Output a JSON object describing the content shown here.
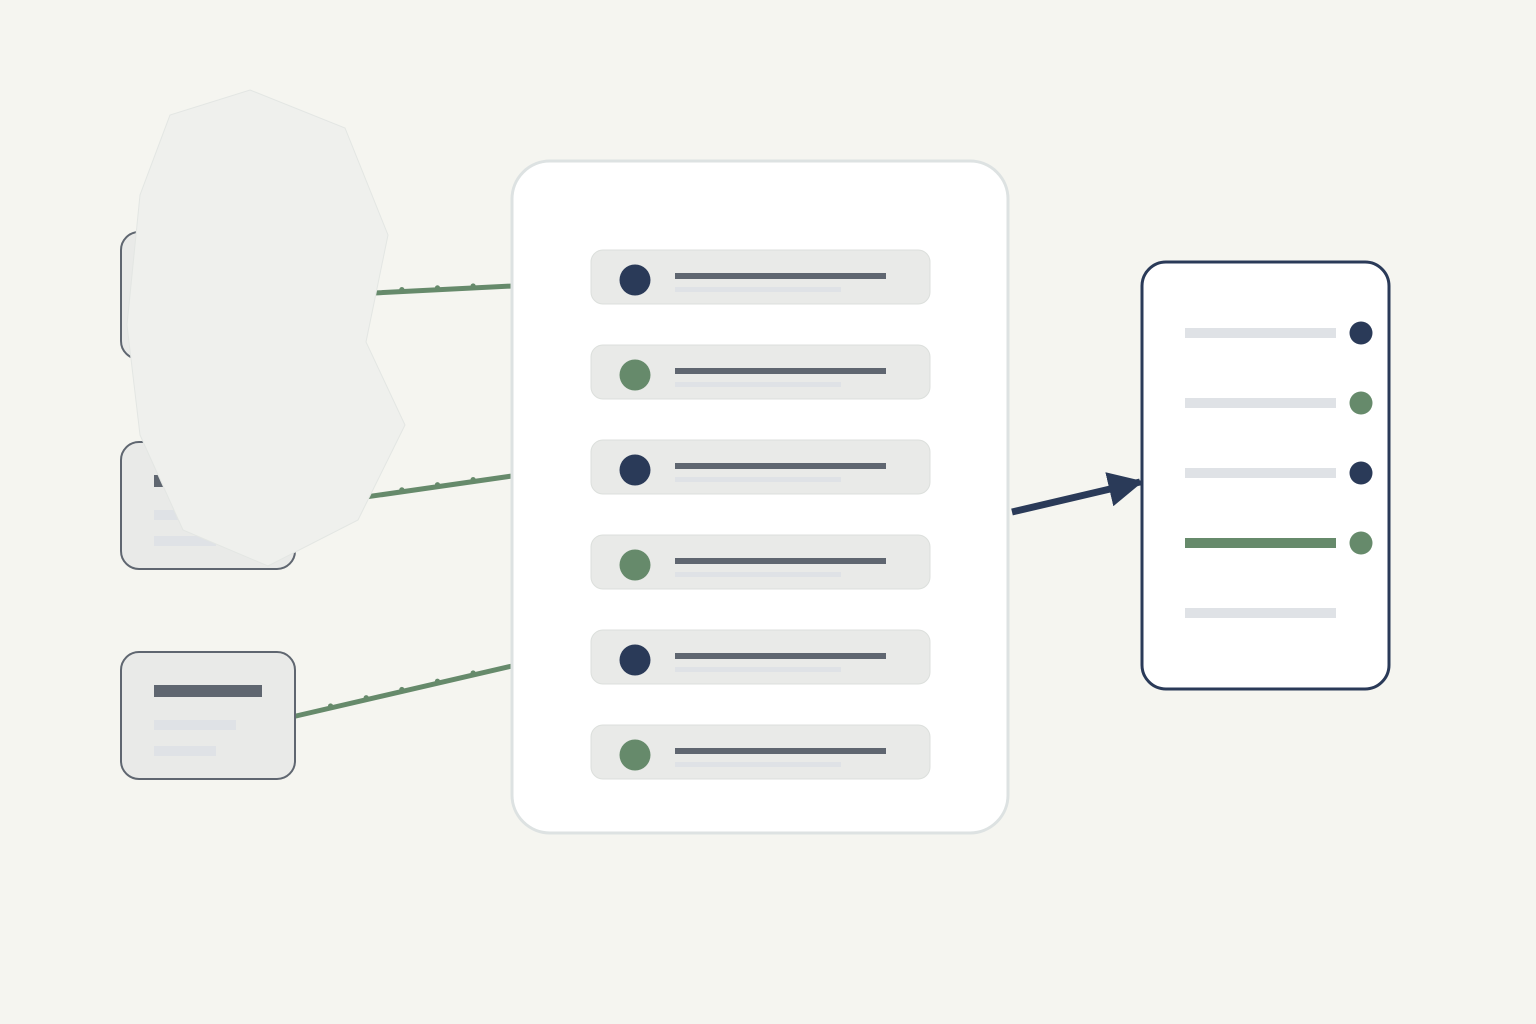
{
  "colors": {
    "background": "#f5f5f0",
    "navy": "#2a3a58",
    "sage": "#668a6b",
    "bar_dark": "#5f6670",
    "bar_light": "#dfe2e6",
    "card_fill": "#e9eae8",
    "card_border": "#5f6670",
    "panel_border": "#dde2e2",
    "overlay": "#eff0ed"
  },
  "source_cards": [
    {
      "accent": "sage"
    },
    {
      "accent": "sage"
    },
    {
      "accent": "sage"
    }
  ],
  "hub_rows": [
    {
      "dot": "navy"
    },
    {
      "dot": "sage"
    },
    {
      "dot": "navy"
    },
    {
      "dot": "sage"
    },
    {
      "dot": "navy"
    },
    {
      "dot": "sage"
    }
  ],
  "output_rows": [
    {
      "dot": "navy",
      "highlighted": false
    },
    {
      "dot": "sage",
      "highlighted": false
    },
    {
      "dot": "navy",
      "highlighted": false
    },
    {
      "dot": "sage",
      "highlighted": true
    },
    {
      "dot": null,
      "highlighted": false
    }
  ],
  "occluding_blob": {
    "icon": "blob-shape"
  }
}
